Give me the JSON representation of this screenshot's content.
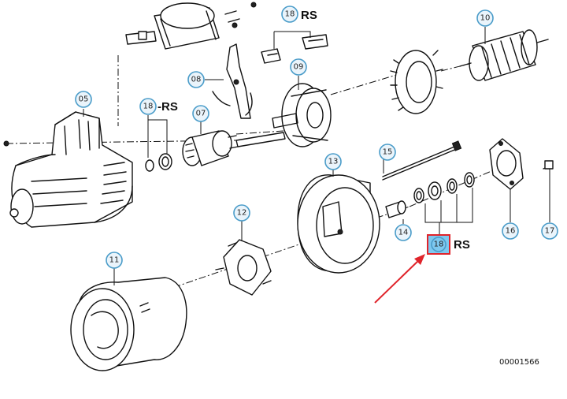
{
  "callouts": {
    "c05": "05",
    "c07": "07",
    "c08": "08",
    "c09": "09",
    "c10": "10",
    "c11": "11",
    "c12": "12",
    "c13": "13",
    "c14": "14",
    "c15": "15",
    "c16": "16",
    "c17": "17",
    "c18a": "18",
    "c18b": "18",
    "c18c": "18"
  },
  "rs_labels": {
    "rs_a": "RS",
    "rs_b": "-RS",
    "rs_c": "RS"
  },
  "reference_code": "00001566",
  "colors": {
    "callout_stroke": "#4a9cc9",
    "callout_fill": "#eaf4fb",
    "highlight_box": "#e0242b",
    "highlight_fill": "#7ec8ef",
    "arrow": "#e0242b"
  }
}
